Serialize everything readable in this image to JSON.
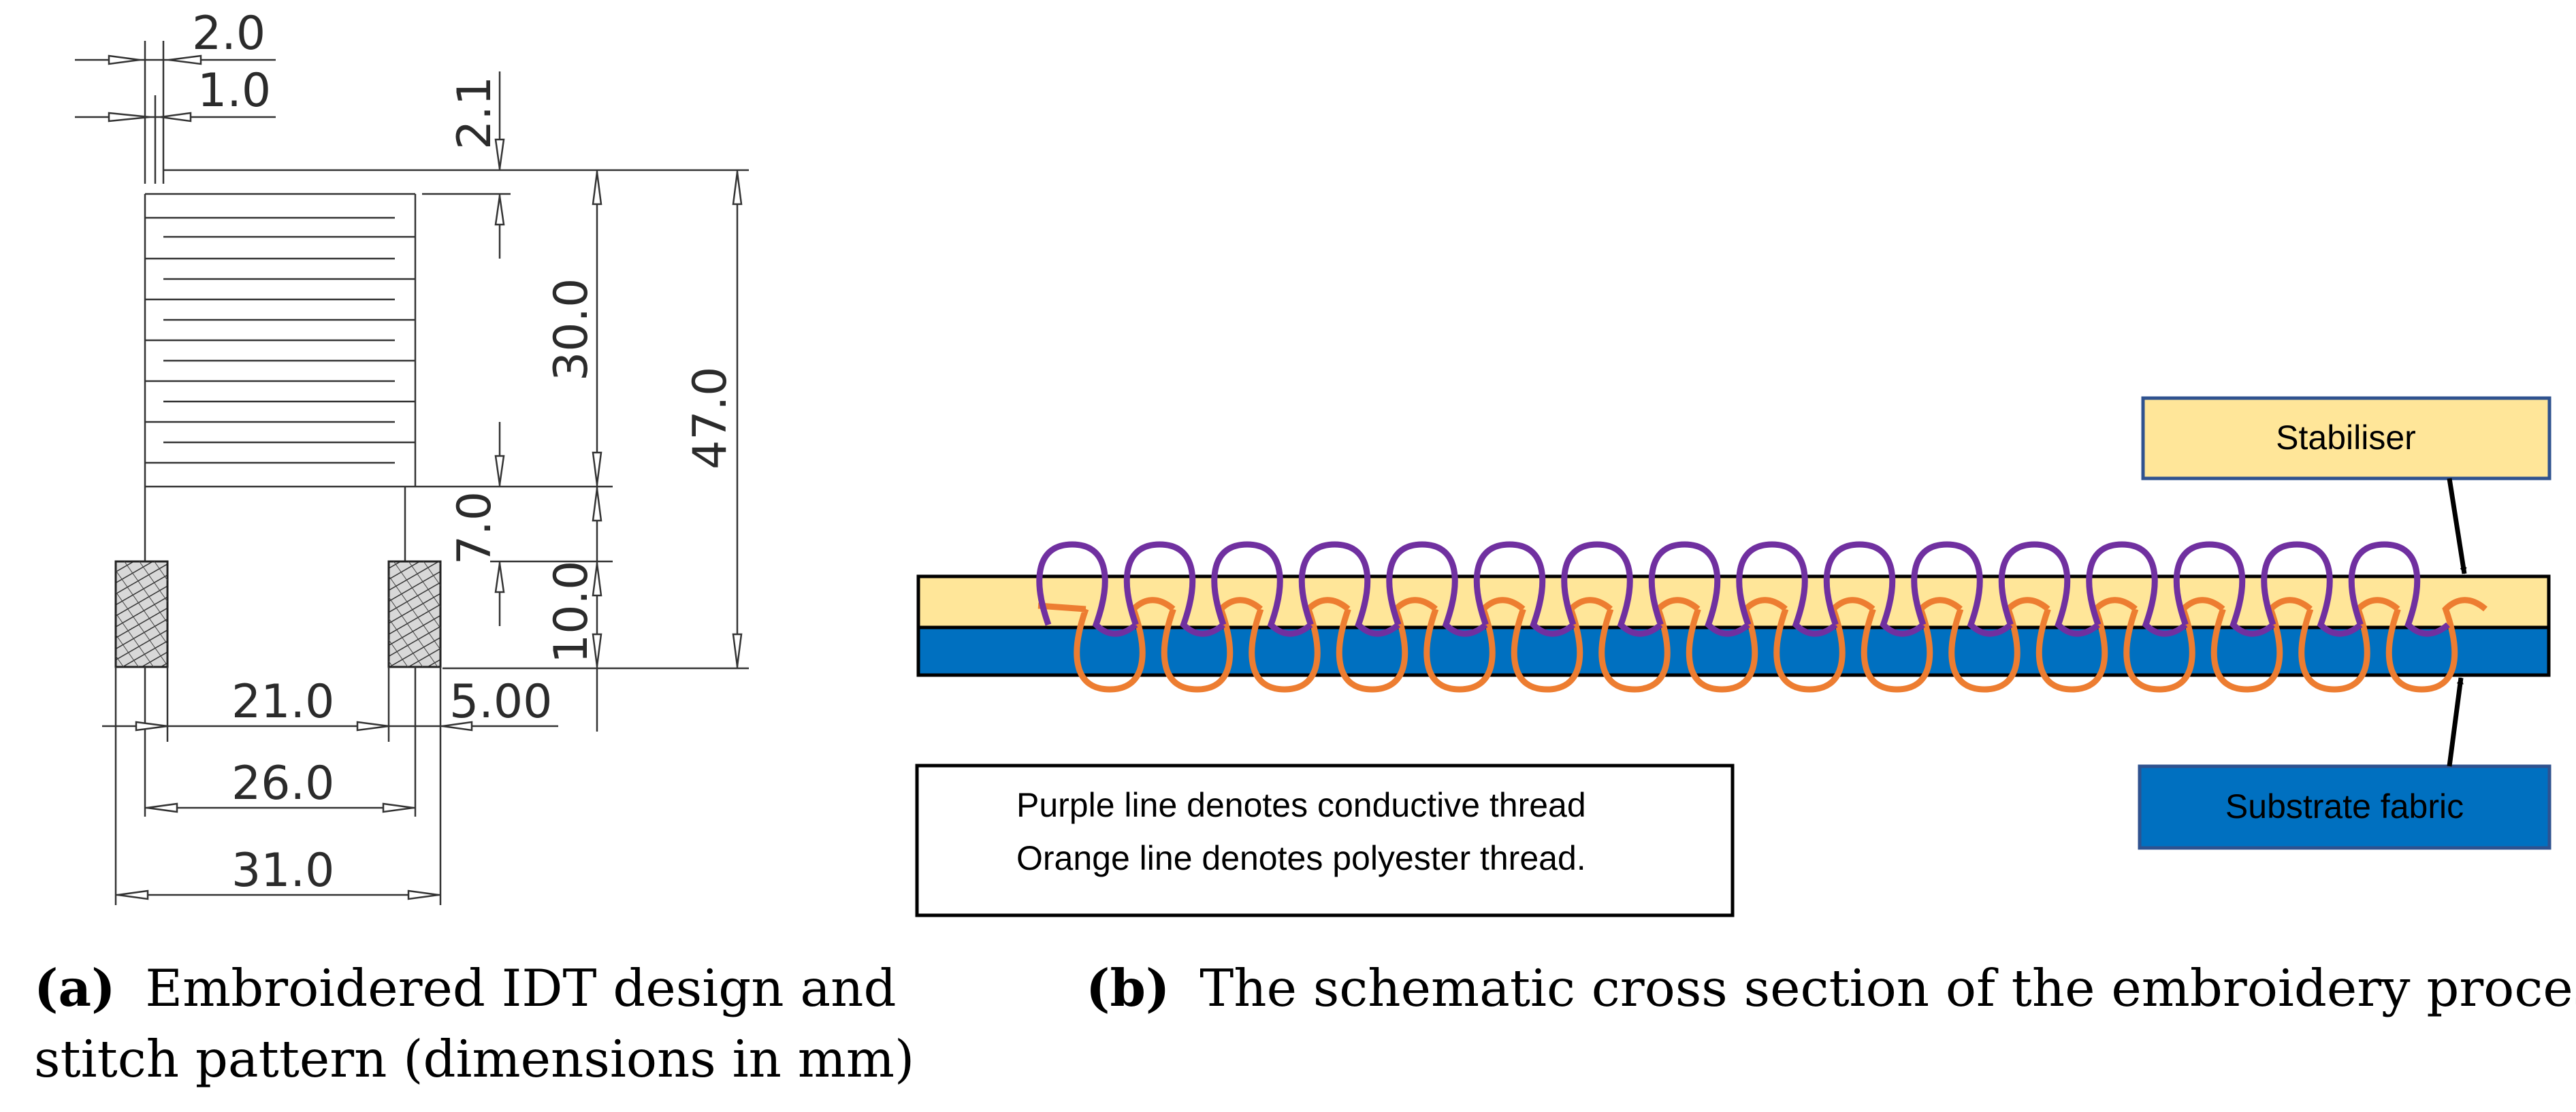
{
  "panel_a": {
    "dimensions": {
      "d_2_0": "2.0",
      "d_1_0": "1.0",
      "d_2_1": "2.1",
      "d_30_0": "30.0",
      "d_47_0": "47.0",
      "d_7_0": "7.0",
      "d_10_0": "10.0",
      "d_21_0": "21.0",
      "d_5_00": "5.00",
      "d_26_0": "26.0",
      "d_31_0": "31.0"
    },
    "caption": {
      "tag": "(a)",
      "line1": "Embroidered IDT design and",
      "line2": "stitch pattern (dimensions in mm)"
    }
  },
  "panel_b": {
    "labels": {
      "stabiliser": "Stabiliser",
      "substrate": "Substrate fabric"
    },
    "legend": {
      "line1": "Purple line denotes conductive thread",
      "line2": "Orange line denotes polyester thread."
    },
    "colors": {
      "stabiliser": "#FFE699",
      "substrate": "#0070C0",
      "conductive_thread": "#7030A0",
      "polyester_thread": "#ED7D31"
    },
    "caption": {
      "tag": "(b)",
      "text": "The schematic cross section of the embroidery process"
    }
  }
}
